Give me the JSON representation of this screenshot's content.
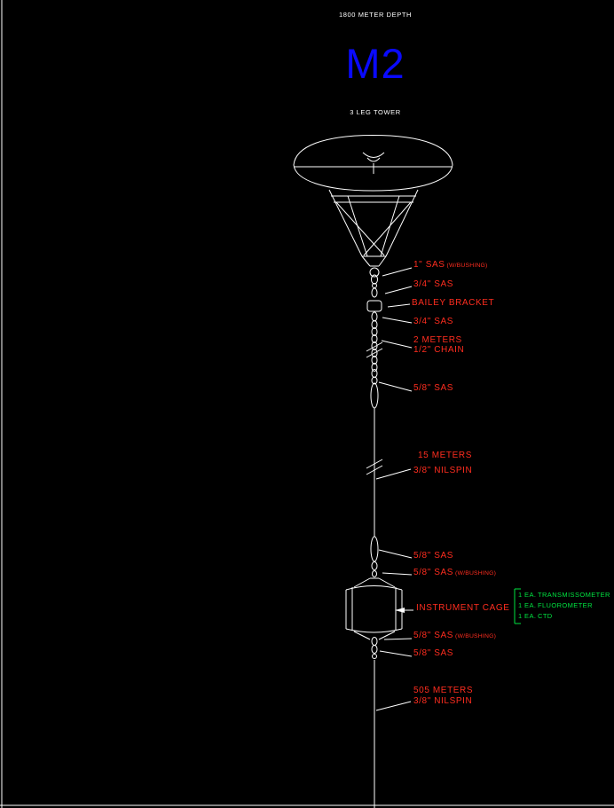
{
  "colors": {
    "background": "#000000",
    "line": "#ffffff",
    "label": "#ff2d1f",
    "equipment": "#00e541",
    "title": "#0a0aff"
  },
  "header": {
    "depth": "1800 METER DEPTH",
    "title": "M2",
    "subtitle": "3 LEG TOWER"
  },
  "annotations": {
    "sas_1in": "1\" SAS",
    "sas_1in_suffix": "(W/BUSHING)",
    "sas_34_upper": "3/4\" SAS",
    "bailey_bracket": "BAILEY BRACKET",
    "sas_34_lower": "3/4\" SAS",
    "chain_len": "2 METERS",
    "chain_size": "1/2\" CHAIN",
    "sas_58_upper": "5/8\" SAS",
    "nilspin_len_upper": "15 METERS",
    "nilspin_size_upper": "3/8\" NILSPIN",
    "sas_58_above_cage": "5/8\" SAS",
    "sas_58_above_cage_bushing": "5/8\" SAS",
    "sas_58_above_cage_bushing_suffix": "(W/BUSHING)",
    "instrument_cage": "INSTRUMENT CAGE",
    "sas_58_below_cage_bushing": "5/8\" SAS",
    "sas_58_below_cage_bushing_suffix": "(W/BUSHING)",
    "sas_58_below_cage": "5/8\" SAS",
    "nilspin_len_lower": "505 METERS",
    "nilspin_size_lower": "3/8\" NILSPIN"
  },
  "equipment_list": {
    "items": [
      {
        "qty": "1 EA.",
        "name": "TRANSMISSOMETER"
      },
      {
        "qty": "1 EA.",
        "name": "FLUOROMETER"
      },
      {
        "qty": "1 EA.",
        "name": "CTD"
      }
    ]
  }
}
